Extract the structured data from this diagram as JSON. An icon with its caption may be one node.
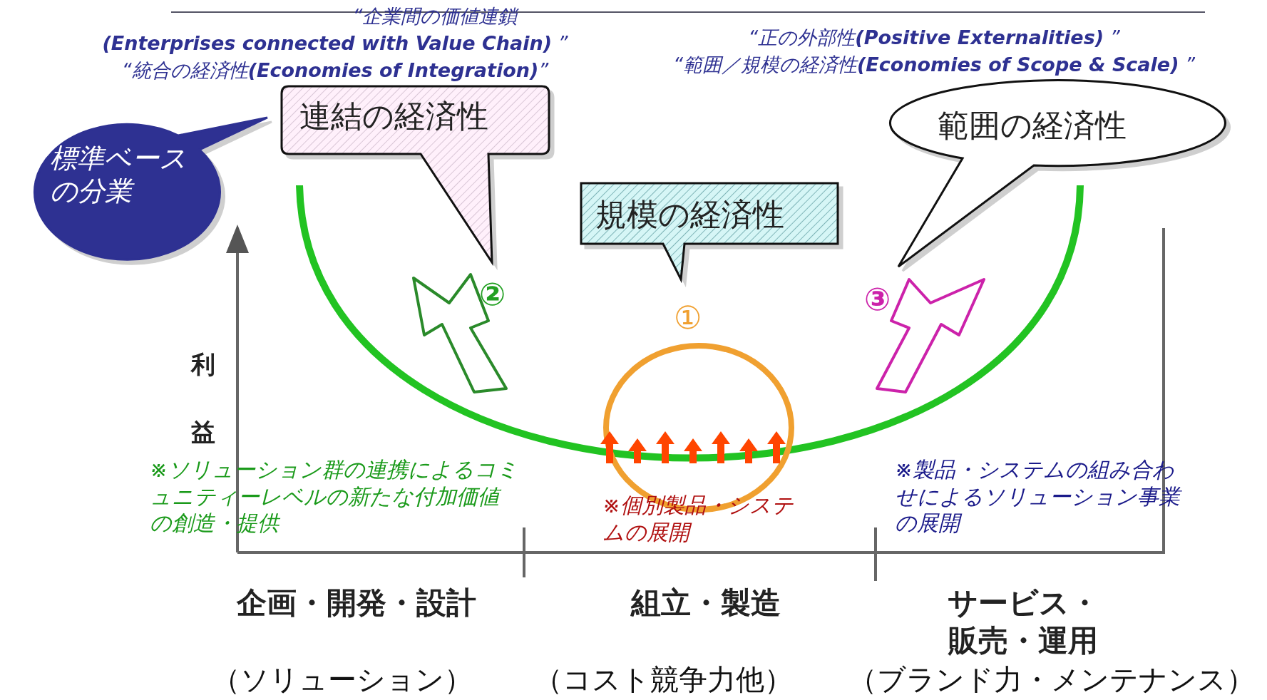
{
  "diagram": {
    "nodes": [
      {
        "text": [
          "標準ベースの分業"
        ]
      },
      {
        "text": [
          "連結の経済性"
        ]
      },
      {
        "text": [
          "規模の経済性"
        ]
      },
      {
        "text": [
          "範囲の経済性"
        ]
      }
    ],
    "labels": [
      "“企業間の価値連鎖",
      "**(Enterprises connected with Value Chain)** ”",
      "“統合の経済性**(Economies of Integration)**”",
      "“正の外部性**(Positive Externalities)** ”",
      "“範囲／規模の経済性**(Economies of Scope & Scale)** ”",
      "②",
      "①",
      "③",
      "利",
      "益",
      "※ソリューション群の連携によるコミュニティーレベルの新たな付加価値の創造・提供",
      "※個別製品・システムの展開",
      "※製品・システムの組み合わせによるソリューション事業の展開",
      "企画・開発・設計",
      "組立・製造",
      "サービス・販売・運用",
      "（ソリューション）",
      "（コスト競争力他）",
      "（ブランド力・メンテナンス）"
    ]
  }
}
